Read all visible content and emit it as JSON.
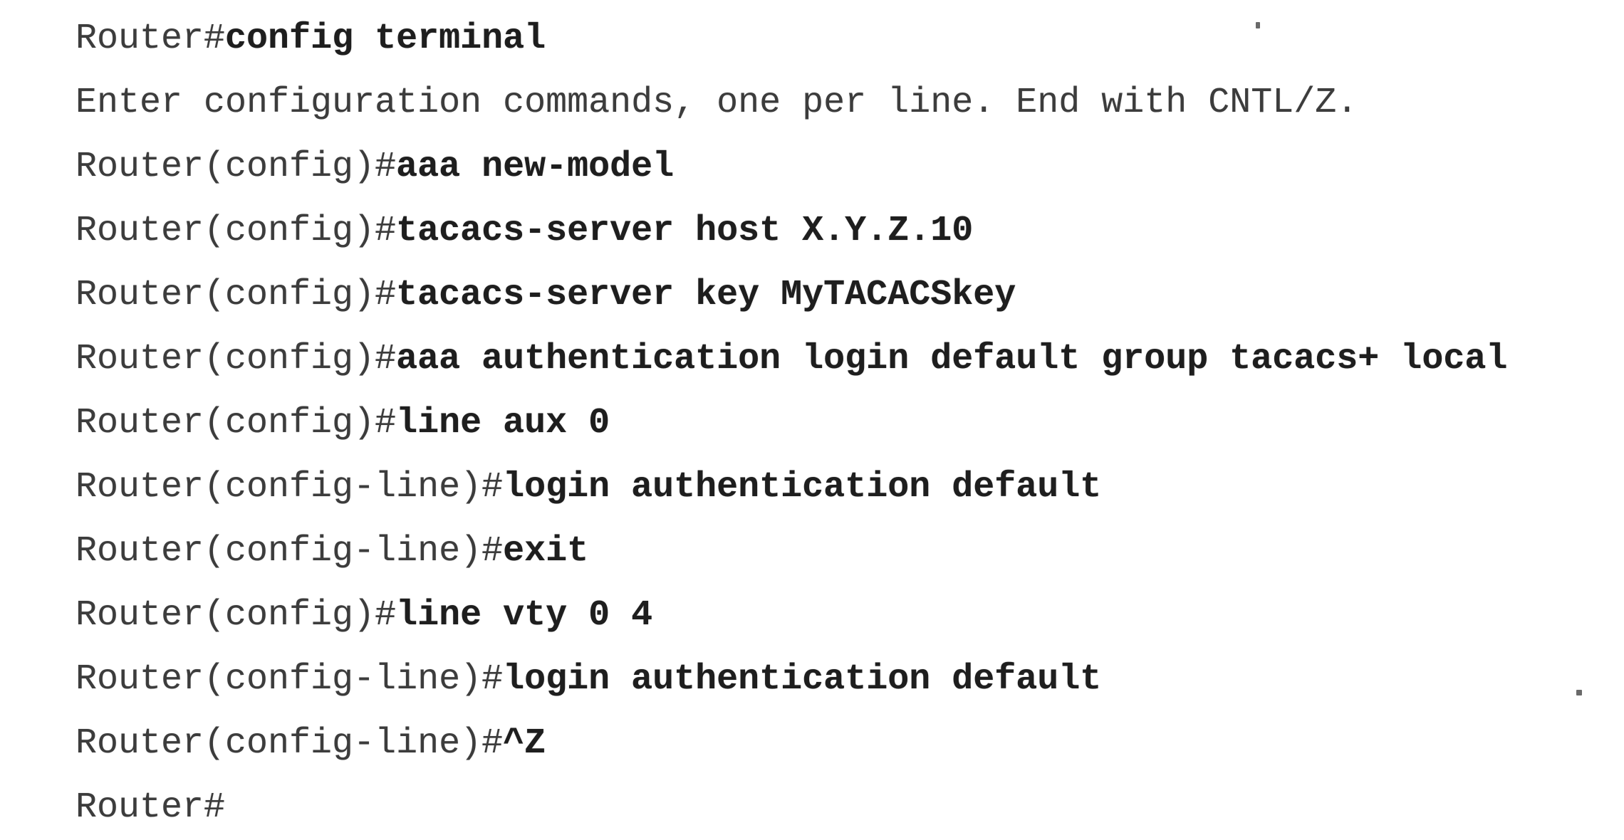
{
  "terminal": {
    "colors": {
      "background": "#ffffff",
      "prompt_text": "#3c3c3c",
      "command_text": "#1e1e1e"
    },
    "lines": [
      {
        "prompt": "Router#",
        "command": "config terminal"
      },
      {
        "prompt": "Enter configuration commands, one per line. End with CNTL/Z.",
        "command": ""
      },
      {
        "prompt": "Router(config)#",
        "command": "aaa new-model"
      },
      {
        "prompt": "Router(config)#",
        "command": "tacacs-server host X.Y.Z.10"
      },
      {
        "prompt": "Router(config)#",
        "command": "tacacs-server key MyTACACSkey"
      },
      {
        "prompt": "Router(config)#",
        "command": "aaa authentication login default group tacacs+ local"
      },
      {
        "prompt": "Router(config)#",
        "command": "line aux 0"
      },
      {
        "prompt": "Router(config-line)#",
        "command": "login authentication default"
      },
      {
        "prompt": "Router(config-line)#",
        "command": "exit"
      },
      {
        "prompt": "Router(config)#",
        "command": "line vty 0 4"
      },
      {
        "prompt": "Router(config-line)#",
        "command": "login authentication default"
      },
      {
        "prompt": "Router(config-line)#",
        "command": "^Z"
      },
      {
        "prompt": "Router#",
        "command": ""
      }
    ]
  }
}
